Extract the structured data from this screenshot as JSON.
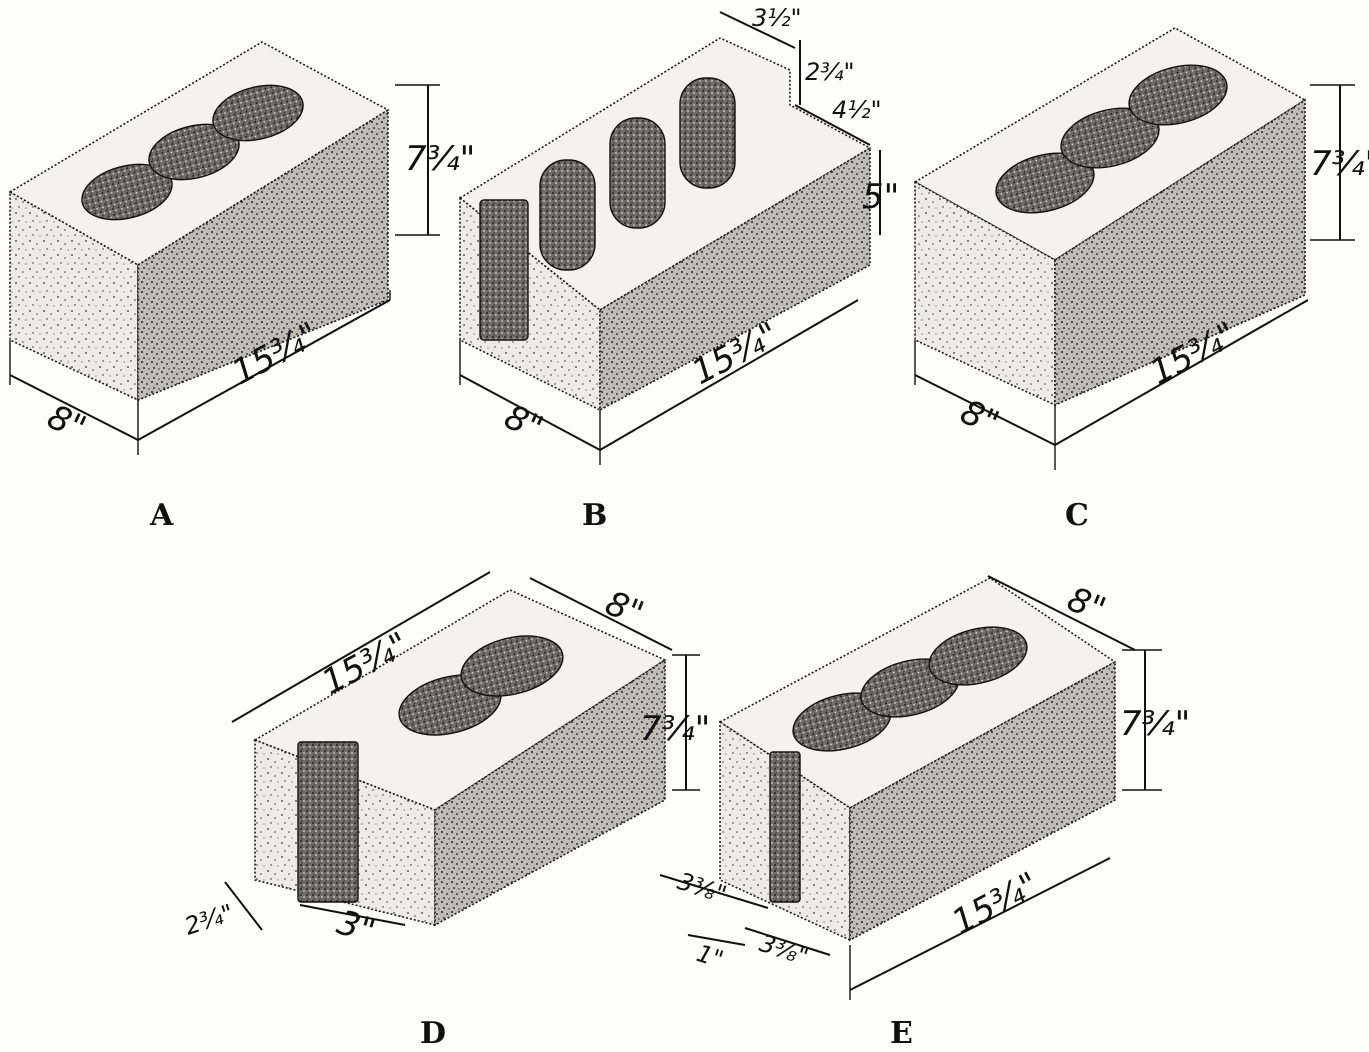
{
  "figures": [
    {
      "label": "A",
      "dimensions": {
        "length": "15¾\"",
        "width": "8\"",
        "height": "7¾\""
      }
    },
    {
      "label": "B",
      "dimensions": {
        "length": "15¾\"",
        "width": "8\"",
        "notch_width": "3½\"",
        "notch_depth": "2¾\"",
        "step": "4½\"",
        "height": "5\""
      }
    },
    {
      "label": "C",
      "dimensions": {
        "length": "15¾\"",
        "width": "8\"",
        "height": "7¾\""
      }
    },
    {
      "label": "D",
      "dimensions": {
        "length": "15¾\"",
        "width": "8\"",
        "height": "7¾\"",
        "slot_width": "3\"",
        "slot_depth": "2¾\""
      }
    },
    {
      "label": "E",
      "dimensions": {
        "length": "15¾\"",
        "width": "8\"",
        "height": "7¾\"",
        "slot_a": "3⅜\"",
        "slot_b": "3⅜\"",
        "offset": "1\""
      }
    }
  ]
}
